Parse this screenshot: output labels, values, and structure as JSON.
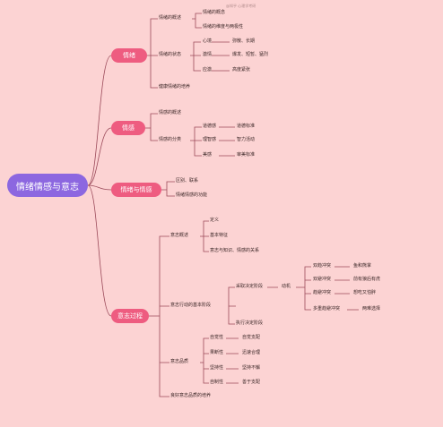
{
  "watermark": "@知乎 心理学考研",
  "root": "情绪情感与意志",
  "colors": {
    "background": "#fcd3d3",
    "root": "#8c67e0",
    "branch": "#ee5c80",
    "line": "#9b4a5a"
  },
  "branches": {
    "b1": "情绪",
    "b2": "情感",
    "b3": "情绪与情感",
    "b4": "意志过程"
  },
  "b1": {
    "overview": "情绪的概述",
    "concept": "情绪的概念",
    "dimension": "情绪的维度与两极性",
    "states": "情绪的状态",
    "mood": "心境",
    "mood_d": "弥散、长期",
    "passion": "激情",
    "passion_d": "爆发、短暂、猛烈",
    "stress": "应激",
    "stress_d": "高度紧张",
    "healthy": "健康情绪的培养"
  },
  "b2": {
    "overview": "情感的概述",
    "types": "情感的分类",
    "moral": "道德感",
    "moral_d": "道德标准",
    "rational": "理智感",
    "rational_d": "智力活动",
    "aesthetic": "美感",
    "aesthetic_d": "审美标准"
  },
  "b3": {
    "diff": "区别、联系",
    "func": "情绪情感的功能"
  },
  "b4": {
    "overview": "意志概述",
    "definition": "定义",
    "features": "基本特征",
    "relation": "意志与知识、情感的关系",
    "stages": "意志行动的基本阶段",
    "decision": "采取决定阶段",
    "motive": "动机",
    "c1": "双趋冲突",
    "c1_d": "鱼和熊掌",
    "c2": "双避冲突",
    "c2_d": "前有狼后有虎",
    "c3": "趋避冲突",
    "c3_d": "想吃又怕胖",
    "c4": "多重趋避冲突",
    "c4_d": "两难选择",
    "execute": "执行决定阶段",
    "quality": "意志品质",
    "q1": "自觉性",
    "q1_d": "自觉支配",
    "q2": "果断性",
    "q2_d": "迅速合理",
    "q3": "坚持性",
    "q3_d": "坚持不懈",
    "q4": "自制性",
    "q4_d": "善于支配",
    "cultivate": "良好意志品质的培养"
  }
}
